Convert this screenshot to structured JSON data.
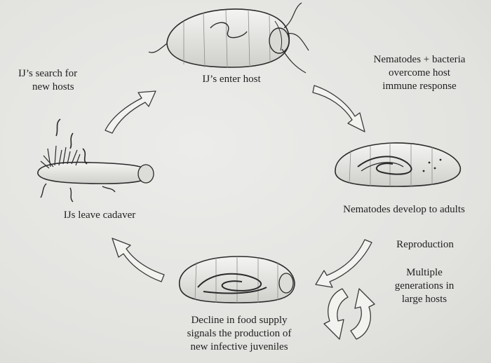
{
  "labels": {
    "enter_host": "IJ’s enter host",
    "search_hosts_line1": "IJ’s search for",
    "search_hosts_line2": "new hosts",
    "overcome_line1": "Nematodes + bacteria",
    "overcome_line2": "overcome host",
    "overcome_line3": "immune response",
    "develop_adults": "Nematodes develop to adults",
    "leave_cadaver": "IJs leave cadaver",
    "reproduction": "Reproduction",
    "multiple_line1": "Multiple",
    "multiple_line2": "generations in",
    "multiple_line3": "large hosts",
    "decline_line1": "Decline in food supply",
    "decline_line2": "signals the production of",
    "decline_line3": "new infective juveniles"
  }
}
